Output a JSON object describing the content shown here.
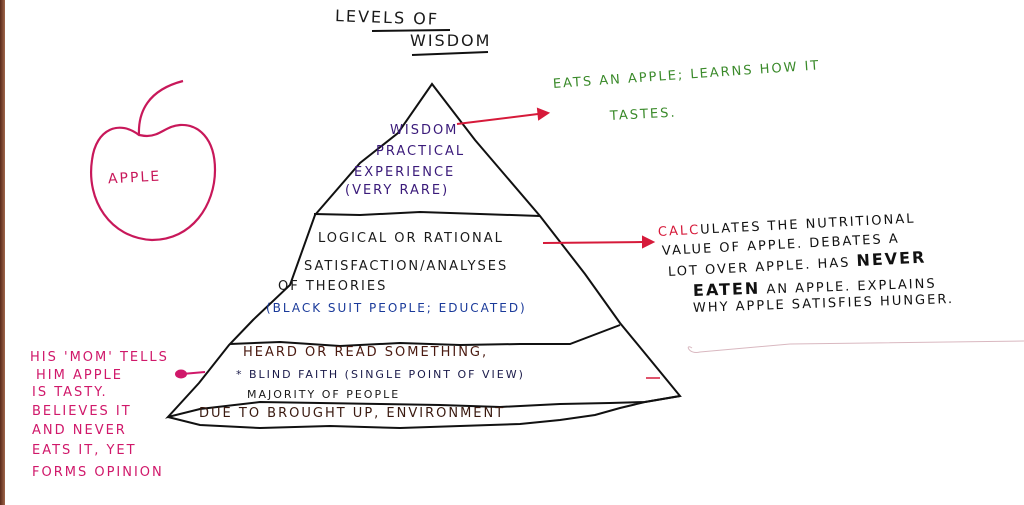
{
  "title": {
    "line1": "Levels of",
    "line2": "Wisdom"
  },
  "apple": {
    "label": "Apple",
    "color": "#c8185a"
  },
  "pyramid": {
    "tiers": [
      {
        "level": "top",
        "lines": [
          "Wisdom",
          "Practical",
          "Experience",
          "(Very Rare)"
        ],
        "color": "#3a1a7a"
      },
      {
        "level": "middle",
        "lines": [
          "Logical or Rational",
          "Satisfaction/Analyses",
          "of Theories",
          "(Black suit people; Educated)"
        ],
        "color": "#1a1a1a"
      },
      {
        "level": "bottom",
        "lines": [
          "Heard or Read something,",
          "* Blind Faith (Single point of view)",
          "Majority of People",
          "Due to Brought up, Environment"
        ],
        "color": "#2a1a1a"
      }
    ]
  },
  "annotations": {
    "top": {
      "line1": "Eats an Apple; Learns how it",
      "line2": "tastes.",
      "color": "#3a8a2a"
    },
    "middle": {
      "line1_red": "Calc",
      "line1_rest": "ulates the nutritional",
      "line2": "value of Apple. Debates a",
      "line3_pre": "lot over Apple. Has ",
      "line3_emph": "never",
      "line4_emph": "eaten",
      "line4_rest": " an Apple. Explains",
      "line5": "why apple satisfies hunger."
    },
    "bottom": {
      "lines": [
        "His 'mom' tells",
        "him apple",
        "is tasty.",
        "Believes it",
        "and never",
        "eats it, yet",
        "forms opinion"
      ],
      "color": "#d0186a"
    }
  },
  "colors": {
    "arrow": "#d61a3a",
    "outline": "#111111",
    "paper": "#ffffff"
  }
}
